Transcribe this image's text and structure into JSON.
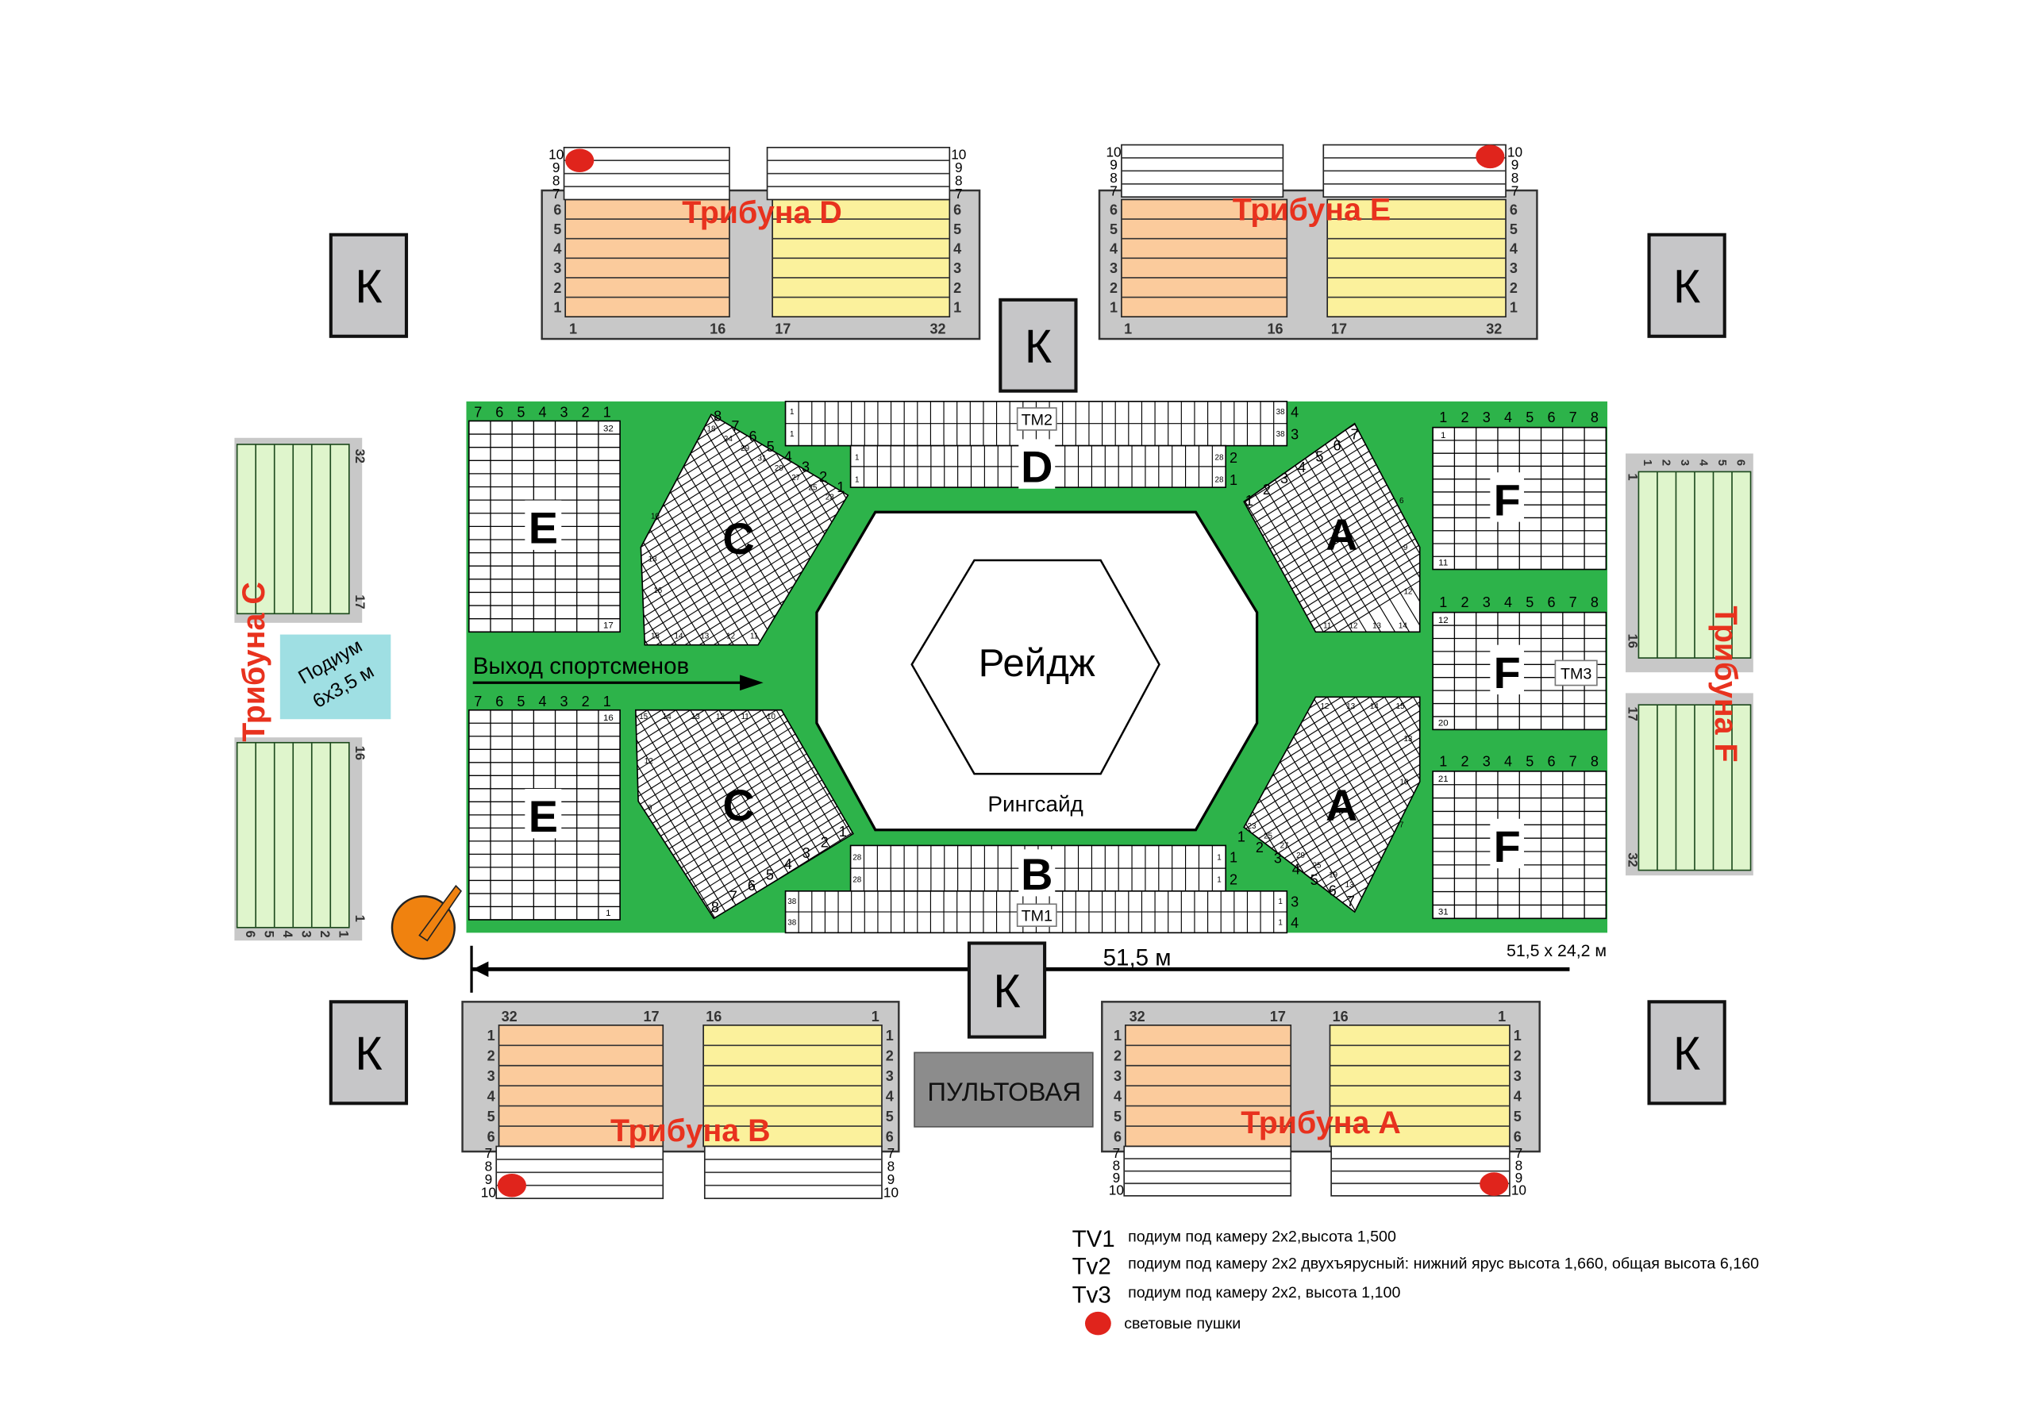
{
  "k_label": "К",
  "colors": {
    "field": "#2db34a",
    "tribune_title": "#e8321e",
    "orange_seats": "#fbcb9c",
    "yellow_seats": "#fbf19c",
    "green_seats": "#dff5cc",
    "frame": "#c8c8c8",
    "podium": "#9fdfe3",
    "control_room": "#8c8c8c",
    "light_cannon": "#e0241c",
    "camera": "#f0820f"
  },
  "tribunes": {
    "D": {
      "title": "Трибуна D",
      "rows_white_left": [
        "10",
        "9",
        "8",
        "7"
      ],
      "rows_white_right": [
        "10",
        "9",
        "8",
        "7"
      ],
      "rows_color": [
        "6",
        "5",
        "4",
        "3",
        "2",
        "1"
      ],
      "seats": [
        "1",
        "16",
        "17",
        "32"
      ]
    },
    "E": {
      "title": "Трибуна E",
      "rows_white_left": [
        "10",
        "9",
        "8",
        "7"
      ],
      "rows_white_right": [
        "10",
        "9",
        "8",
        "7"
      ],
      "rows_color": [
        "6",
        "5",
        "4",
        "3",
        "2",
        "1"
      ],
      "seats": [
        "1",
        "16",
        "17",
        "32"
      ]
    },
    "B": {
      "title": "Трибуна B",
      "rows_white_left": [
        "7",
        "8",
        "9",
        "10"
      ],
      "rows_white_right": [
        "7",
        "8",
        "9",
        "10"
      ],
      "rows_color": [
        "1",
        "2",
        "3",
        "4",
        "5",
        "6"
      ],
      "seats": [
        "32",
        "17",
        "16",
        "1"
      ]
    },
    "A": {
      "title": "Трибуна A",
      "rows_white_left": [
        "7",
        "8",
        "9",
        "10"
      ],
      "rows_white_right": [
        "7",
        "8",
        "9",
        "10"
      ],
      "rows_color": [
        "1",
        "2",
        "3",
        "4",
        "5",
        "6"
      ],
      "seats": [
        "32",
        "17",
        "16",
        "1"
      ]
    },
    "C": {
      "title": "Трибуна С",
      "seats": [
        "32",
        "17",
        "16",
        "1"
      ],
      "rows": [
        "6",
        "5",
        "4",
        "3",
        "2",
        "1"
      ]
    },
    "F": {
      "title": "Трибуна F",
      "seats": [
        "1",
        "16",
        "17",
        "32"
      ],
      "rows": [
        "1",
        "2",
        "3",
        "4",
        "5",
        "6"
      ]
    }
  },
  "podium": {
    "line1": "Подиум",
    "line2": "6х3,5 м"
  },
  "arena": {
    "cage": "Рейдж",
    "ringside": "Рингсайд",
    "exit": "Выход спортсменов",
    "sector_e": {
      "letter": "E",
      "cols": [
        "7",
        "6",
        "5",
        "4",
        "3",
        "2",
        "1"
      ],
      "top_seats": [
        "32",
        "17"
      ],
      "bottom_seats": [
        "16",
        "1"
      ]
    },
    "sector_f": {
      "letter": "F",
      "cols": [
        "1",
        "2",
        "3",
        "4",
        "5",
        "6",
        "7",
        "8"
      ],
      "blocks": [
        [
          "1",
          "11"
        ],
        [
          "12",
          "20"
        ],
        [
          "21",
          "31"
        ]
      ]
    },
    "sector_d": {
      "letter": "D",
      "rows": [
        "4",
        "3",
        "2",
        "1"
      ],
      "first_seat": "1",
      "last_seats": [
        "38",
        "38",
        "28",
        "28"
      ]
    },
    "sector_b": {
      "letter": "B",
      "rows": [
        "1",
        "2",
        "3",
        "4"
      ],
      "first_seats": [
        "28",
        "28",
        "38",
        "38"
      ],
      "last_seat": "1"
    },
    "sector_c": {
      "letter": "C",
      "top_rows": [
        "8",
        "7",
        "6",
        "5",
        "4",
        "3",
        "2",
        "1"
      ],
      "top_inner": [
        "18",
        "24",
        "29",
        "31",
        "29",
        "27",
        "25",
        "23"
      ],
      "top_left": [
        "10",
        "13",
        "16"
      ],
      "top_bottom": [
        "15",
        "14",
        "13",
        "12",
        "11"
      ],
      "bottom_top": [
        "15",
        "14",
        "13",
        "12",
        "11",
        "10"
      ],
      "bottom_left": [
        "12",
        "9"
      ],
      "bottom_rows": [
        "1",
        "2",
        "3",
        "4",
        "5",
        "6",
        "7",
        "8"
      ]
    },
    "sector_a": {
      "letter": "A",
      "top_rows": [
        "1",
        "2",
        "3",
        "4",
        "5",
        "6",
        "7"
      ],
      "top_right": [
        "6",
        "9",
        "12"
      ],
      "top_bottom": [
        "11",
        "12",
        "13",
        "14"
      ],
      "bottom_top": [
        "12",
        "13",
        "14",
        "15"
      ],
      "bottom_right": [
        "13",
        "10",
        "7"
      ],
      "bottom_rows": [
        "1",
        "2",
        "3",
        "4",
        "5",
        "6",
        "7"
      ],
      "bottom_inner": [
        "23",
        "25",
        "27",
        "29",
        "25",
        "19",
        "13"
      ]
    },
    "tm1": "TM1",
    "tm2": "TM2",
    "tm3": "TM3"
  },
  "dimensions": {
    "length": "51,5 м",
    "size": "51,5 х 24,2 м"
  },
  "control_room": "ПУЛЬТОВАЯ",
  "legend": [
    {
      "code": "TV1",
      "text": "подиум под камеру 2х2,высота 1,500"
    },
    {
      "code": "Tv2",
      "text": "подиум под камеру 2х2 двухъярусный: нижний ярус высота 1,660, общая высота 6,160"
    },
    {
      "code": "Tv3",
      "text": "подиум под камеру 2х2, высота 1,100"
    },
    {
      "code": "",
      "text": "световые пушки"
    }
  ]
}
